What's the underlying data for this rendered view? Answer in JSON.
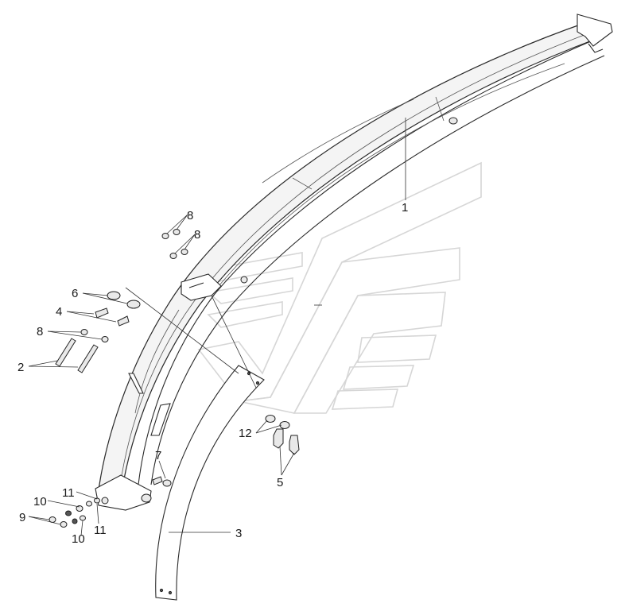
{
  "callouts": {
    "c1": "1",
    "c2": "2",
    "c3": "3",
    "c4": "4",
    "c5": "5",
    "c6": "6",
    "c7": "7",
    "c8a": "8",
    "c8b": "8",
    "c8c": "8",
    "c9": "9",
    "c10a": "10",
    "c10b": "10",
    "c11a": "11",
    "c11b": "11",
    "c12": "12"
  },
  "colors": {
    "line": "#2a2a2a",
    "watermark": "#d6d6d6",
    "background": "#ffffff"
  }
}
